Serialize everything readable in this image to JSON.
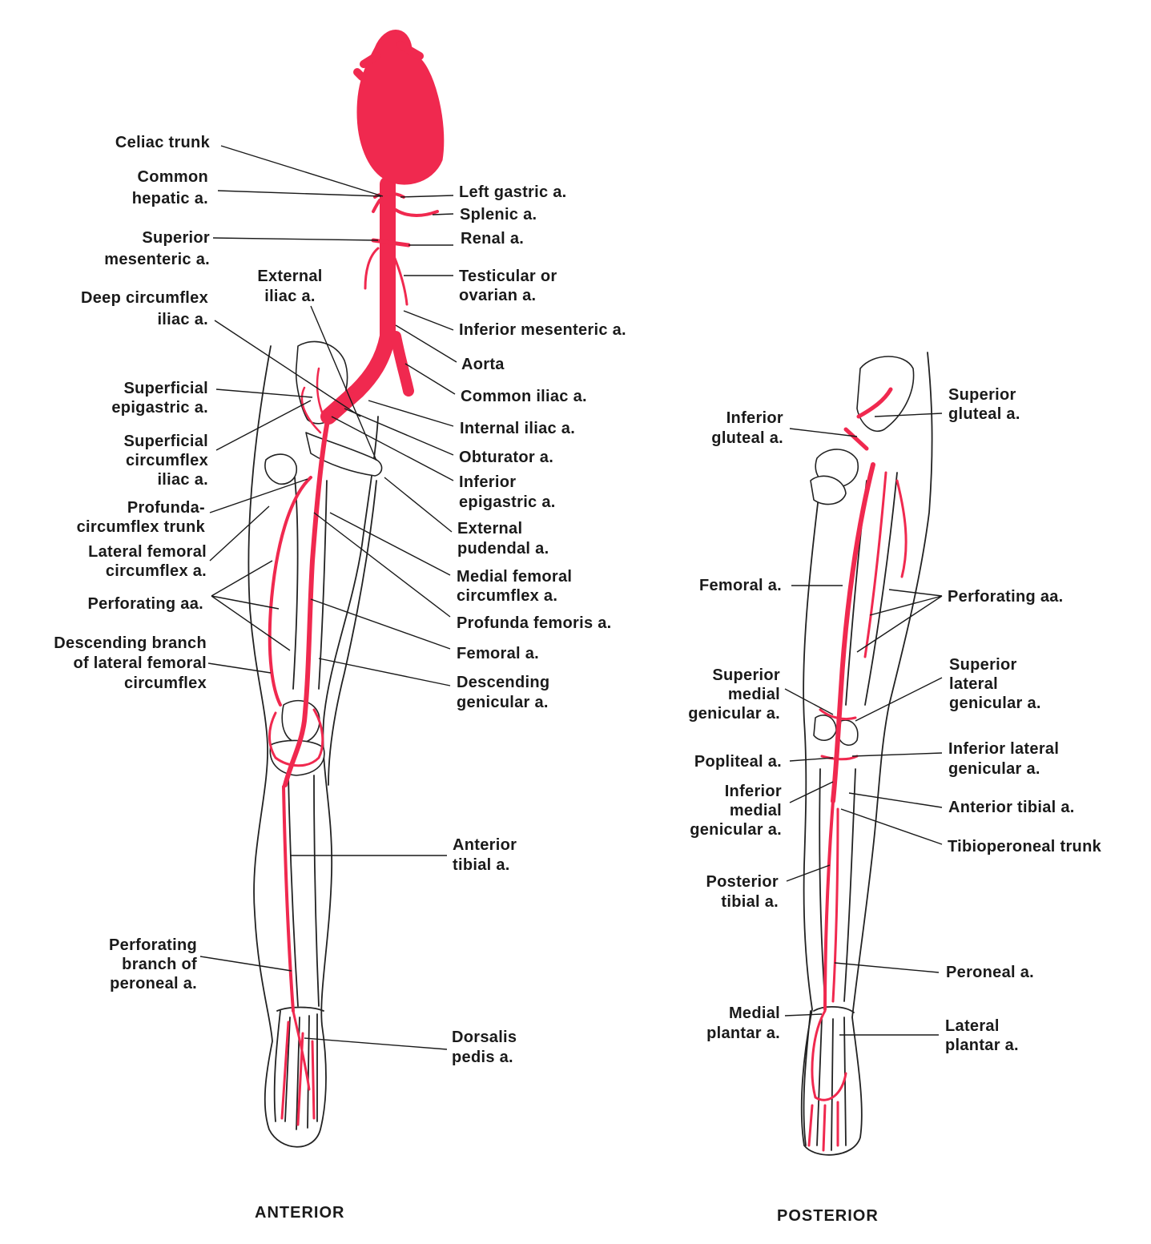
{
  "colors": {
    "artery": "#f0294f",
    "ink": "#1a1a1a"
  },
  "views": {
    "anterior": "ANTERIOR",
    "posterior": "POSTERIOR"
  },
  "labels": {
    "celiac_trunk": [
      "Celiac trunk"
    ],
    "common_hepatic": [
      "Common",
      "hepatic a."
    ],
    "superior_mesenteric": [
      "Superior",
      "mesenteric a."
    ],
    "external_iliac": [
      "External",
      "iliac a."
    ],
    "deep_circumflex_iliac": [
      "Deep circumflex",
      "iliac a."
    ],
    "superficial_epigastric": [
      "Superficial",
      "epigastric a."
    ],
    "superficial_circumflex_iliac": [
      "Superficial",
      "circumflex",
      "iliac a."
    ],
    "profunda_circumflex_trunk": [
      "Profunda-",
      "circumflex trunk"
    ],
    "lateral_femoral_circumflex": [
      "Lateral femoral",
      "circumflex a."
    ],
    "perforating_aa_anterior": [
      "Perforating aa."
    ],
    "descending_branch": [
      "Descending branch",
      "of lateral femoral",
      "circumflex"
    ],
    "perforating_branch_peroneal": [
      "Perforating",
      "branch of",
      "peroneal a."
    ],
    "left_gastric": [
      "Left gastric a."
    ],
    "splenic": [
      "Splenic a."
    ],
    "renal": [
      "Renal a."
    ],
    "testicular_ovarian": [
      "Testicular or",
      "ovarian a."
    ],
    "inferior_mesenteric": [
      "Inferior mesenteric a."
    ],
    "aorta": [
      "Aorta"
    ],
    "common_iliac": [
      "Common iliac a."
    ],
    "internal_iliac": [
      "Internal iliac a."
    ],
    "obturator": [
      "Obturator a."
    ],
    "inferior_epigastric": [
      "Inferior",
      "epigastric a."
    ],
    "external_pudendal": [
      "External",
      "pudendal a."
    ],
    "medial_femoral_circumflex": [
      "Medial femoral",
      "circumflex a."
    ],
    "profunda_femoris": [
      "Profunda femoris a."
    ],
    "femoral_anterior": [
      "Femoral a."
    ],
    "descending_genicular": [
      "Descending",
      "genicular a."
    ],
    "anterior_tibial_anterior": [
      "Anterior",
      "tibial a."
    ],
    "dorsalis_pedis": [
      "Dorsalis",
      "pedis a."
    ],
    "inferior_gluteal": [
      "Inferior",
      "gluteal a."
    ],
    "femoral_posterior": [
      "Femoral a."
    ],
    "superior_medial_genicular": [
      "Superior",
      "medial",
      "genicular a."
    ],
    "popliteal": [
      "Popliteal a."
    ],
    "inferior_medial_genicular": [
      "Inferior",
      "medial",
      "genicular a."
    ],
    "posterior_tibial": [
      "Posterior",
      "tibial a."
    ],
    "medial_plantar": [
      "Medial",
      "plantar a."
    ],
    "superior_gluteal": [
      "Superior",
      "gluteal a."
    ],
    "perforating_aa_posterior": [
      "Perforating aa."
    ],
    "superior_lateral_genicular": [
      "Superior",
      "lateral",
      "genicular a."
    ],
    "inferior_lateral_genicular": [
      "Inferior lateral",
      "genicular a."
    ],
    "anterior_tibial_posterior": [
      "Anterior tibial a."
    ],
    "tibioperoneal_trunk": [
      "Tibioperoneal trunk"
    ],
    "peroneal": [
      "Peroneal a."
    ],
    "lateral_plantar": [
      "Lateral",
      "plantar a."
    ]
  }
}
